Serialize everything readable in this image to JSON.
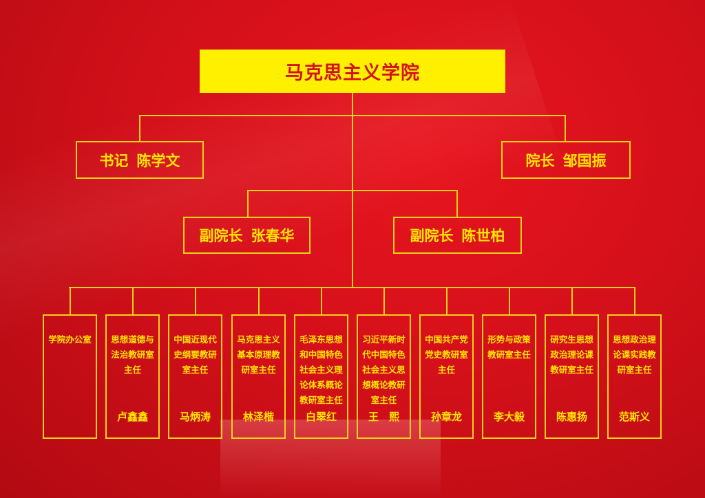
{
  "root": {
    "title": "马克思主义学院"
  },
  "level2": [
    {
      "role": "书记",
      "name": "陈学文"
    },
    {
      "role": "院长",
      "name": "邹国振"
    }
  ],
  "level3": [
    {
      "role": "副院长",
      "name": "张春华"
    },
    {
      "role": "副院长",
      "name": "陈世柏"
    }
  ],
  "departments": [
    {
      "title": "学院办公室",
      "name": ""
    },
    {
      "title": "思想道德与法治教研室主任",
      "name": "卢鑫鑫"
    },
    {
      "title": "中国近现代史纲要教研室主任",
      "name": "马炳涛"
    },
    {
      "title": "马克思主义基本原理教研室主任",
      "name": "林泽楷"
    },
    {
      "title": "毛泽东思想和中国特色社会主义理论体系概论教研室主任",
      "name": "白翠红"
    },
    {
      "title": "习近平新时代中国特色社会主义思想概论教研室主任",
      "name": "王　熙"
    },
    {
      "title": "中国共产党党史教研室主任",
      "name": "孙章龙"
    },
    {
      "title": "形势与政策教研室主任",
      "name": "李大毅"
    },
    {
      "title": "研究生思想政治理论课教研室主任",
      "name": "陈惠扬"
    },
    {
      "title": "思想政治理论课实践教研室主任",
      "name": "范斯义"
    }
  ],
  "colors": {
    "background": "#d4101a",
    "line": "#f2d21a",
    "text": "#ffe600",
    "root_fill": "#fff000",
    "root_text": "#d4121c"
  }
}
